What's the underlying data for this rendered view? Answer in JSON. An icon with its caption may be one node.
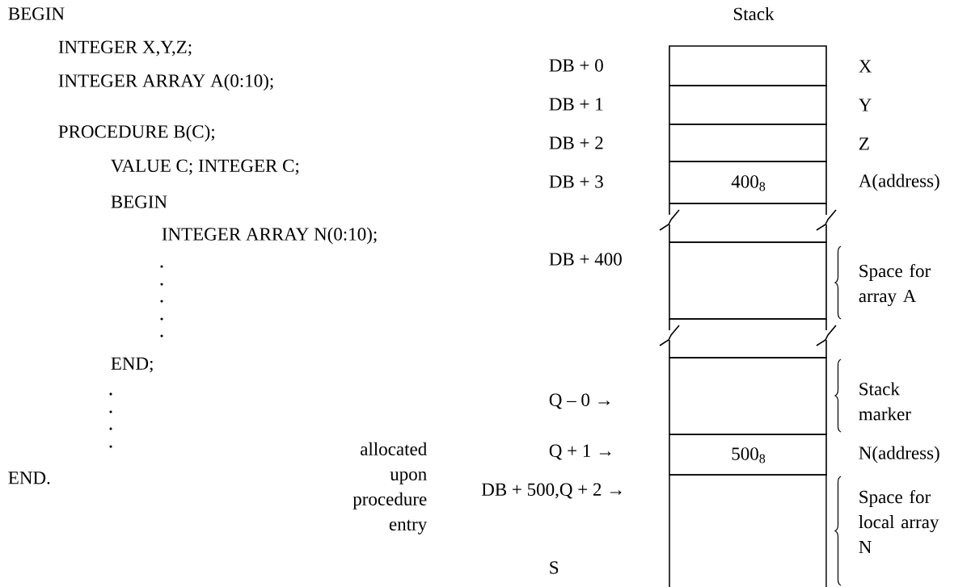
{
  "diagram": {
    "title": "Stack",
    "nodes": [
      {
        "text": [],
        "shape": "box"
      },
      {
        "text": [],
        "shape": "box"
      },
      {
        "text": [],
        "shape": "box"
      },
      {
        "text": [
          "400$_{8}$"
        ]
      },
      {
        "text": [],
        "shape": "box"
      },
      {
        "text": [],
        "shape": "box"
      },
      {
        "text": [],
        "shape": "box"
      },
      {
        "text": [],
        "shape": "box"
      },
      {
        "text": [
          "500$_{8}$"
        ]
      },
      {
        "text": [],
        "shape": "box"
      }
    ],
    "labels": [
      "BEGIN",
      "INTEGER X,Y,Z;",
      "INTEGER ARRAY A(0:10);",
      "PROCEDURE B(C);",
      "VALUE C; INTEGER C;",
      "BEGIN",
      "INTEGER ARRAY N(0:10);",
      "END;",
      "END.",
      "allocated upon procedure entry",
      "DB + 0",
      "X",
      "DB + 1",
      "Y",
      "DB + 2",
      "Z",
      "DB + 3",
      "A(address)",
      "DB + 400",
      "Space for array A",
      "Q – 0 →",
      "Stack marker",
      "Q + 1 →",
      "N(address)",
      "DB + 500,Q + 2 →",
      "Space for local array N",
      "S"
    ]
  }
}
